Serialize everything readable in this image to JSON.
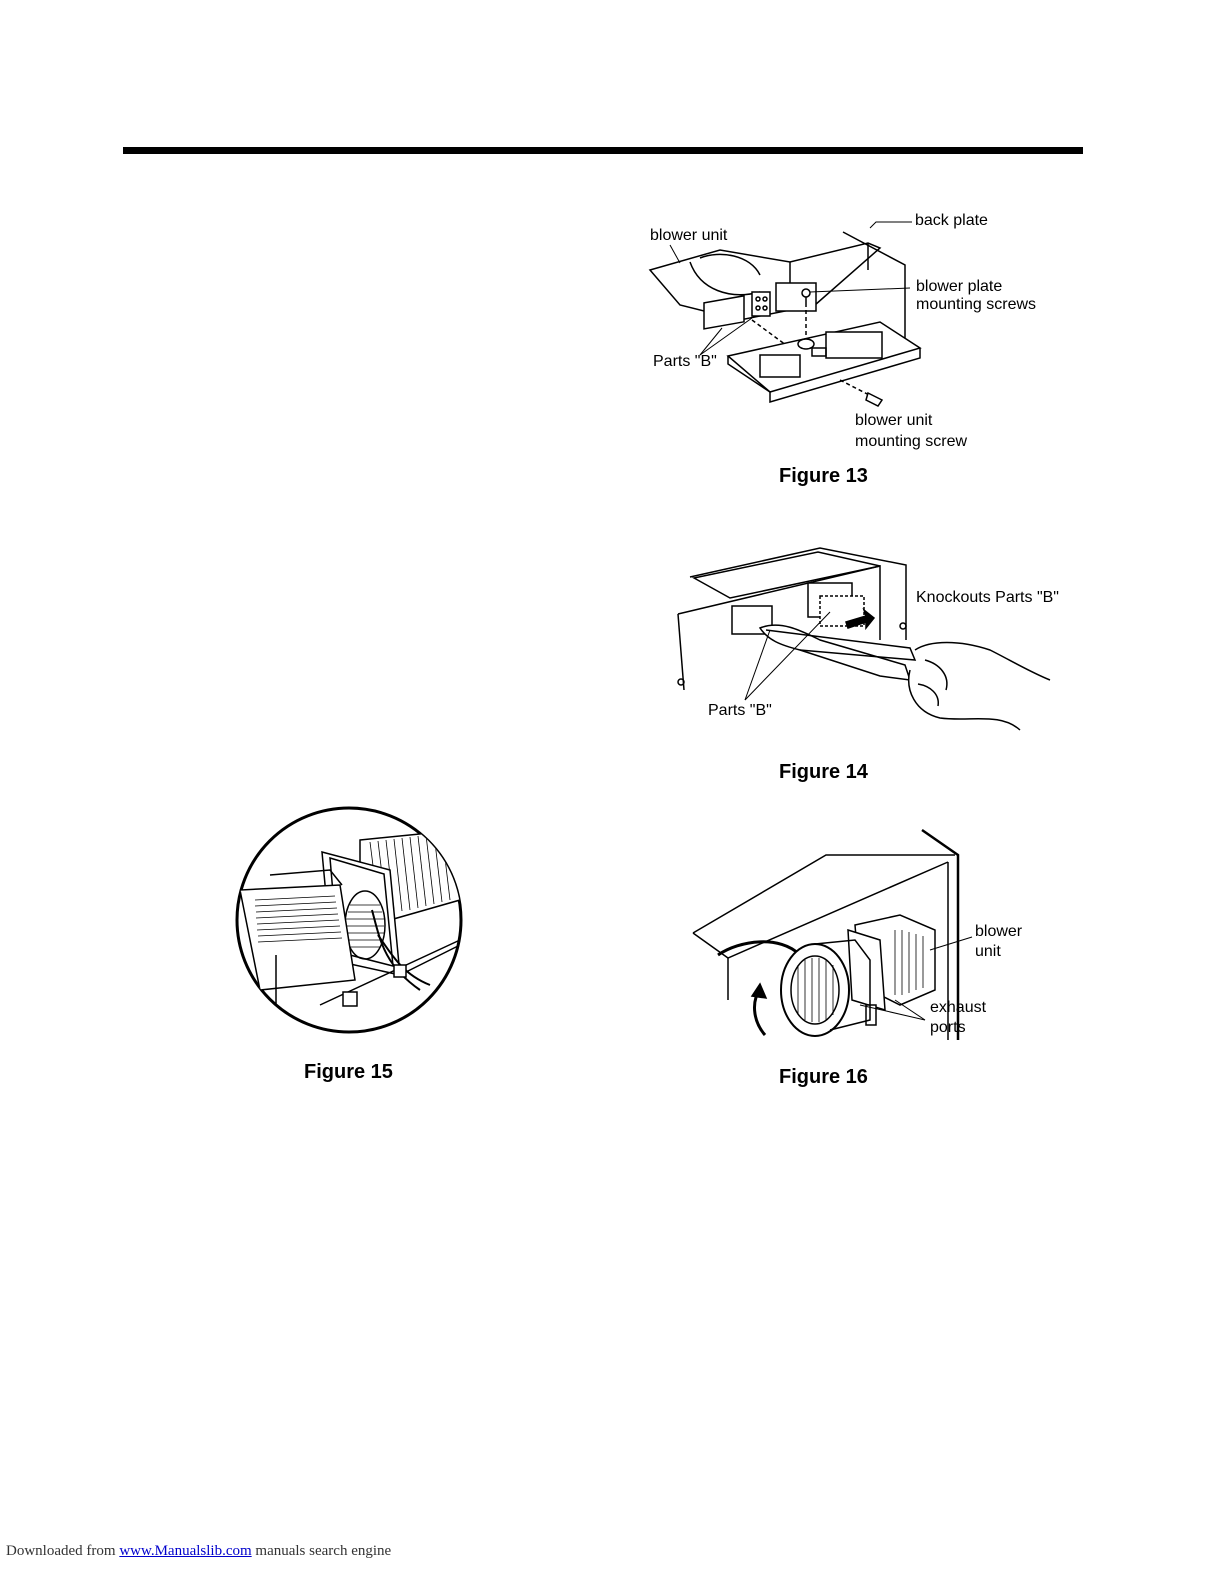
{
  "figure13": {
    "caption": "Figure 13",
    "labels": {
      "blower_unit": "blower unit",
      "back_plate": "back plate",
      "blower_plate_1": "blower plate",
      "blower_plate_2": "mounting screws",
      "parts_b": "Parts \"B\"",
      "mount_screw_1": "blower unit",
      "mount_screw_2": "mounting screw"
    }
  },
  "figure14": {
    "caption": "Figure 14",
    "labels": {
      "knockouts": "Knockouts Parts \"B\"",
      "parts_b": "Parts \"B\""
    }
  },
  "figure15": {
    "caption": "Figure 15"
  },
  "figure16": {
    "caption": "Figure 16",
    "labels": {
      "blower_1": "blower",
      "blower_2": "unit",
      "exhaust_1": "exhaust",
      "exhaust_2": "ports"
    }
  },
  "footer": {
    "prefix": "Downloaded from ",
    "link_text": "www.Manualslib.com",
    "suffix": " manuals search engine"
  }
}
